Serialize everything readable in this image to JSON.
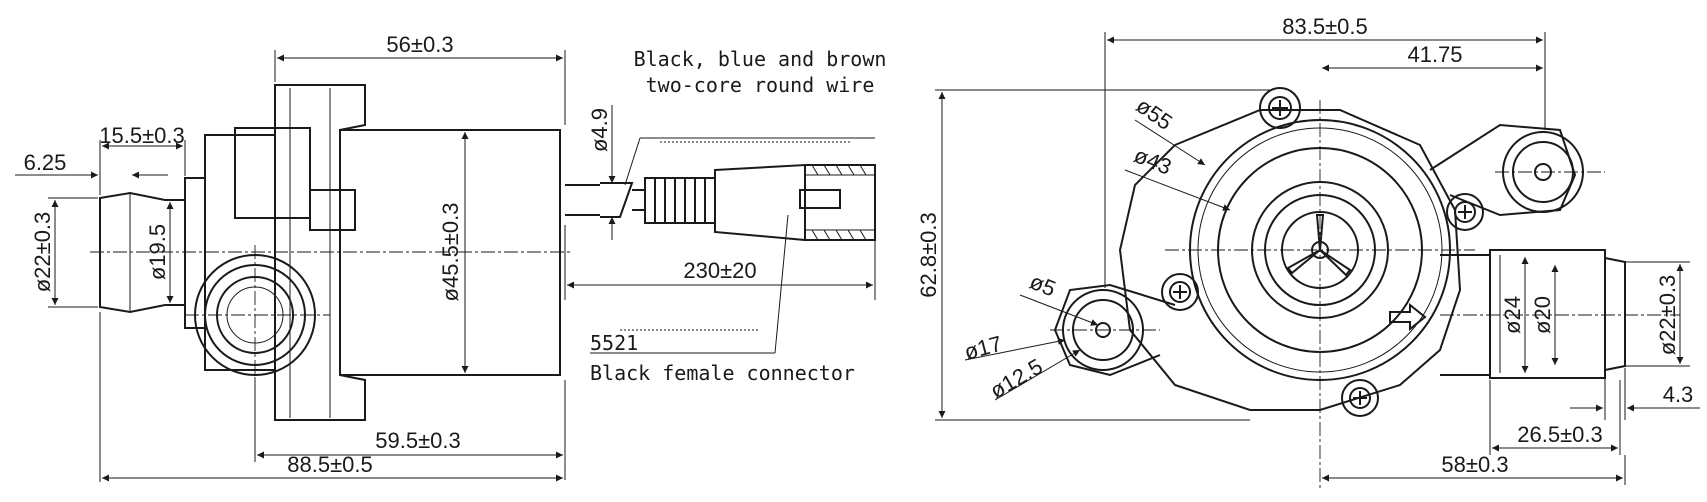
{
  "side_view": {
    "dims": {
      "len_56": "56±0.3",
      "len_15_5": "15.5±0.3",
      "len_6_25": "6.25",
      "dia_22": "ø22±0.3",
      "dia_19_5": "ø19.5",
      "dia_45_5": "ø45.5±0.3",
      "len_59_5": "59.5±0.3",
      "len_88_5": "88.5±0.5"
    }
  },
  "cable": {
    "wire_note_line1": "Black, blue and brown",
    "wire_note_line2": "two-core round wire",
    "dia_4_9": "ø4.9",
    "len_230": "230±20",
    "connector_code": "5521",
    "connector_note": "Black female connector"
  },
  "front_view": {
    "dims": {
      "width_83_5": "83.5±0.5",
      "half_41_75": "41.75",
      "dia_55": "ø55",
      "dia_43": "ø43",
      "height_62_8": "62.8±0.3",
      "dia_5": "ø5",
      "dia_17": "ø17",
      "dia_12_5": "ø12.5",
      "dia_24": "ø24",
      "dia_20": "ø20",
      "dia_22": "ø22±0.3",
      "len_4_3": "4.3",
      "len_26_5": "26.5±0.3",
      "len_58": "58±0.3"
    }
  }
}
